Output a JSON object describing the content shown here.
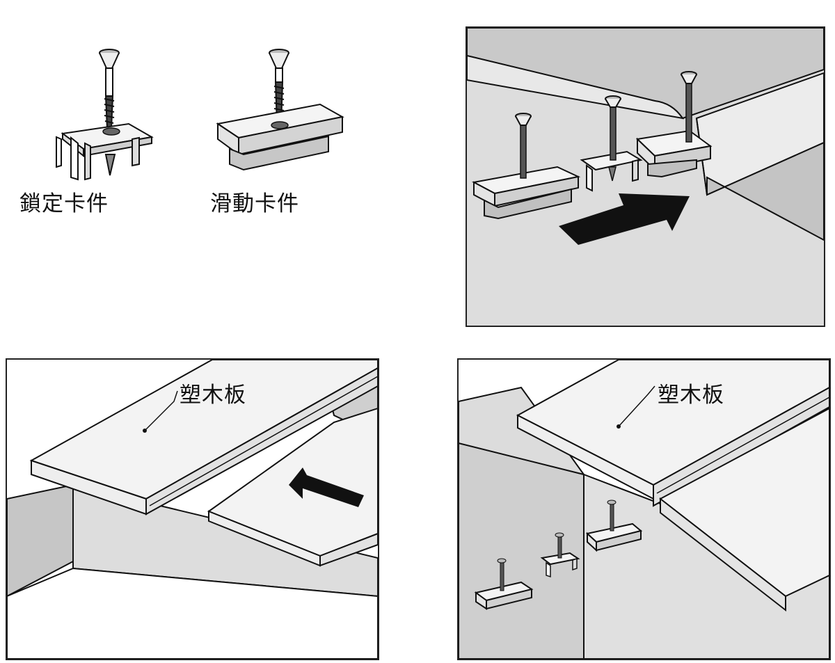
{
  "labels": {
    "locking_clip": "鎖定卡件",
    "sliding_clip": "滑動卡件",
    "board_left": "塑木板",
    "board_right": "塑木板"
  },
  "colors": {
    "accent_dot": "#8bb86a",
    "panel_bg": "#d9d9d9",
    "wall": "#c8c8c8",
    "board_face": "#f2f2f2",
    "arrow": "#111111"
  }
}
